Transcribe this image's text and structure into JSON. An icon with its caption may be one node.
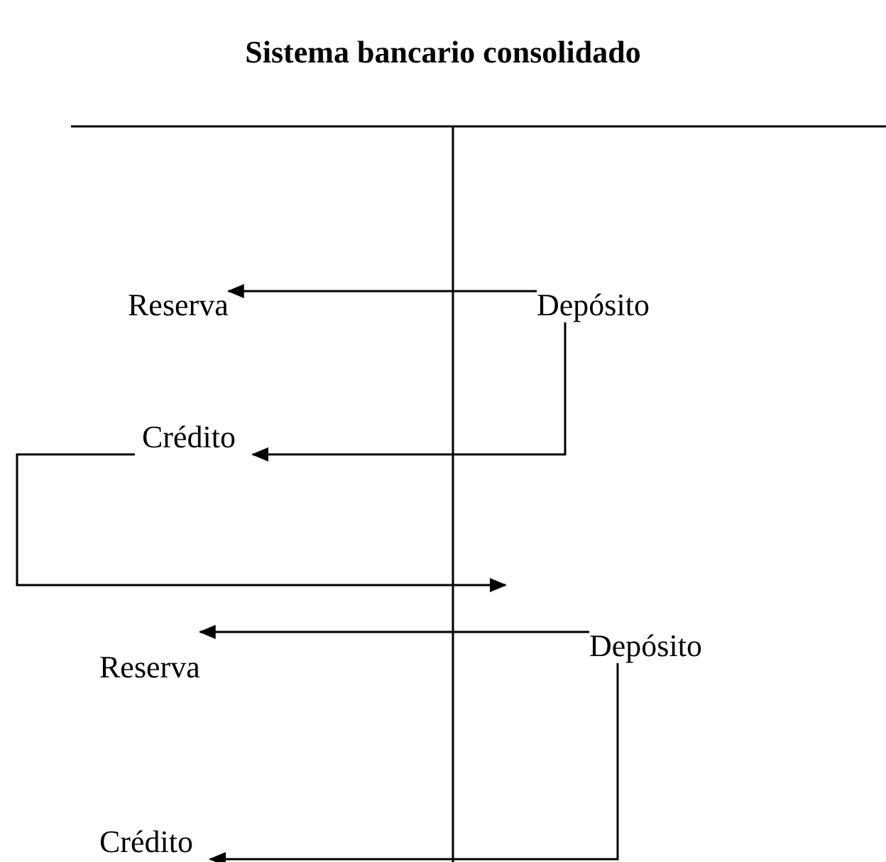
{
  "diagram": {
    "title": "Sistema bancario consolidado",
    "nodes": [
      {
        "text": [
          "Reserva"
        ]
      },
      {
        "text": [
          "Depósito"
        ]
      },
      {
        "text": [
          "Crédito"
        ]
      },
      {
        "text": [
          "Reserva"
        ]
      },
      {
        "text": [
          "Depósito"
        ]
      },
      {
        "text": [
          "Crédito"
        ]
      }
    ],
    "edges": [
      {
        "from": 1,
        "to": 0,
        "arrow": "to"
      },
      {
        "from": 1,
        "to": 2,
        "arrow": "to"
      },
      {
        "from": 2,
        "to": 4,
        "arrow": "to"
      },
      {
        "from": 4,
        "to": 3,
        "arrow": "to"
      },
      {
        "from": 4,
        "to": 5,
        "arrow": "to"
      }
    ]
  }
}
